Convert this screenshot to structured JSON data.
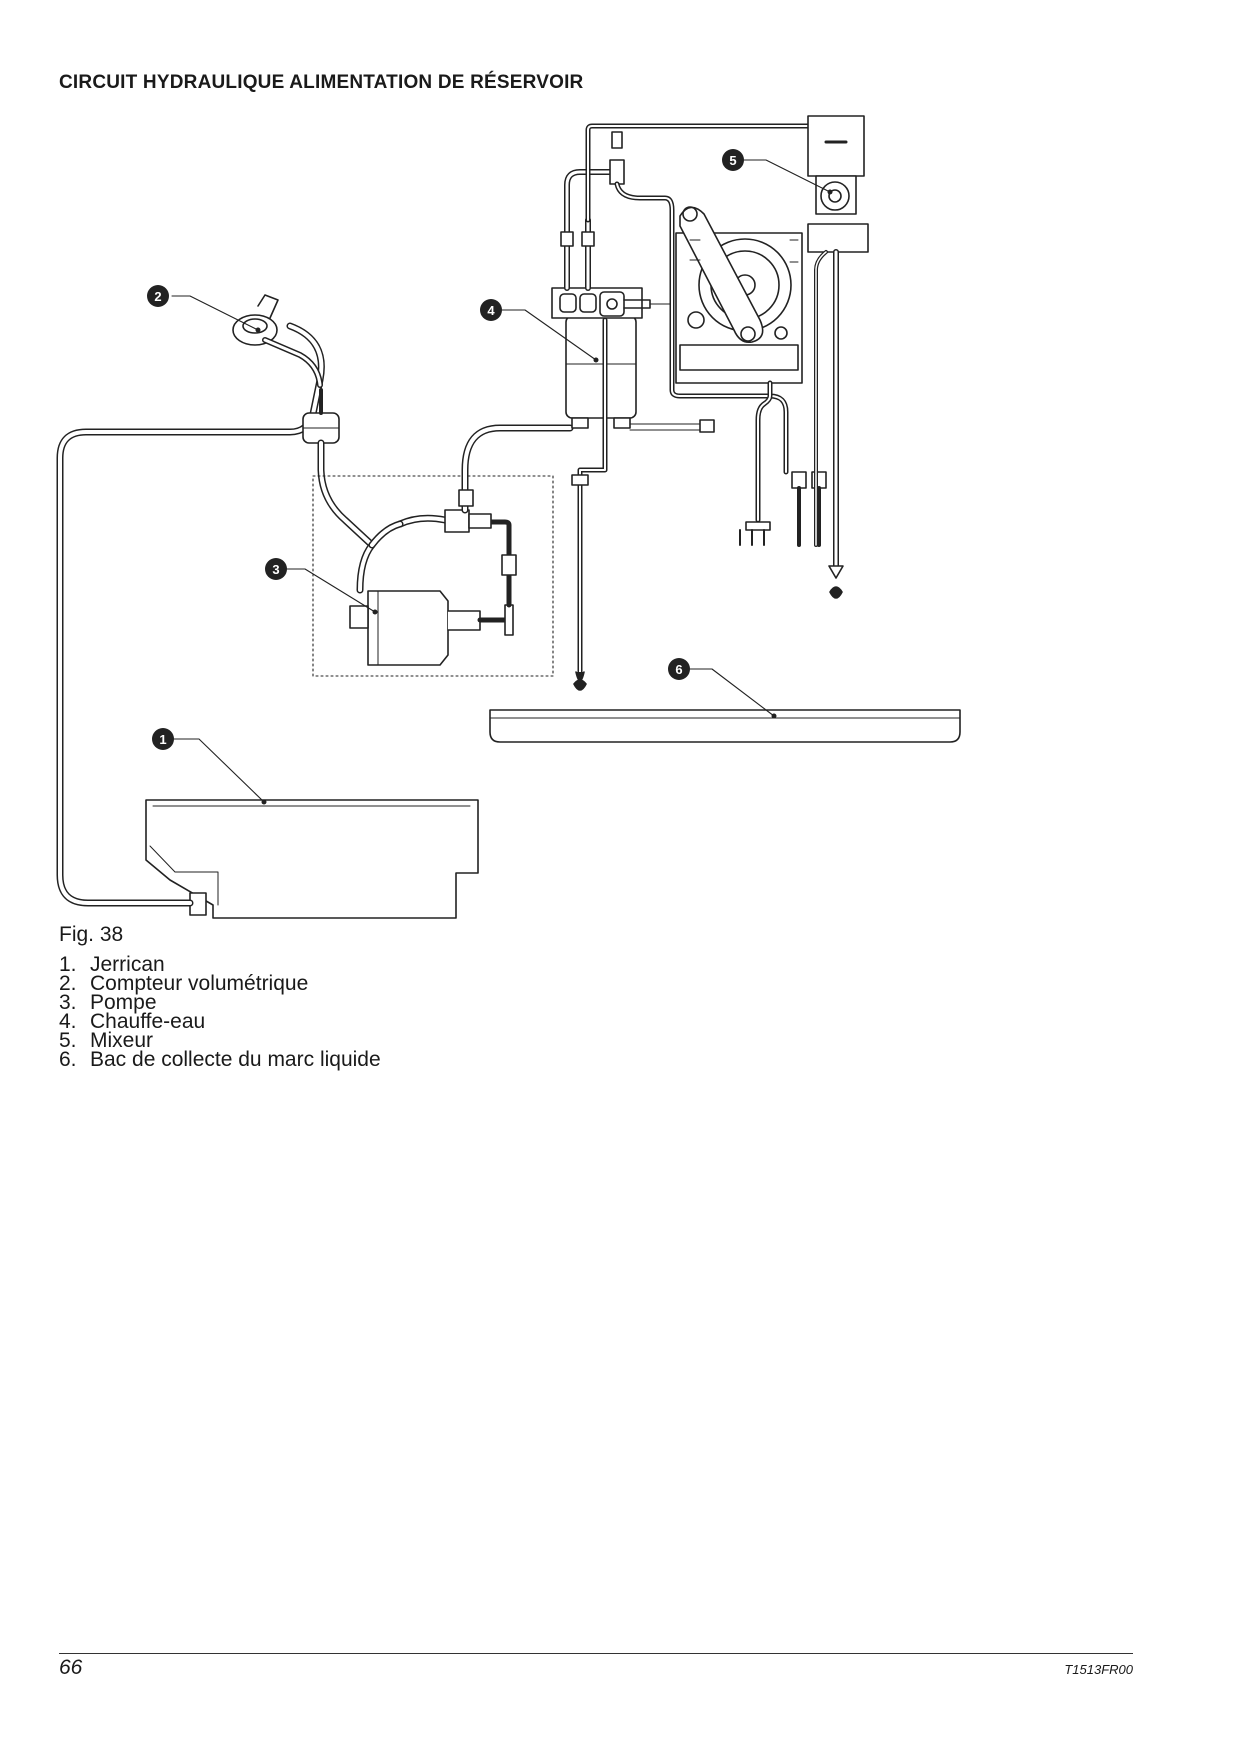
{
  "title": "CIRCUIT HYDRAULIQUE ALIMENTATION DE RÉSERVOIR",
  "figure": {
    "label": "Fig. 38",
    "callouts": [
      "1",
      "2",
      "3",
      "4",
      "5",
      "6"
    ]
  },
  "legend": [
    {
      "num": "1.",
      "text": "Jerrican"
    },
    {
      "num": "2.",
      "text": "Compteur volumétrique"
    },
    {
      "num": "3.",
      "text": "Pompe"
    },
    {
      "num": "4.",
      "text": "Chauffe-eau"
    },
    {
      "num": "5.",
      "text": "Mixeur"
    },
    {
      "num": "6.",
      "text": "Bac de collecte du marc liquide"
    }
  ],
  "footer": {
    "page_number": "66",
    "doc_code": "T1513FR00"
  }
}
